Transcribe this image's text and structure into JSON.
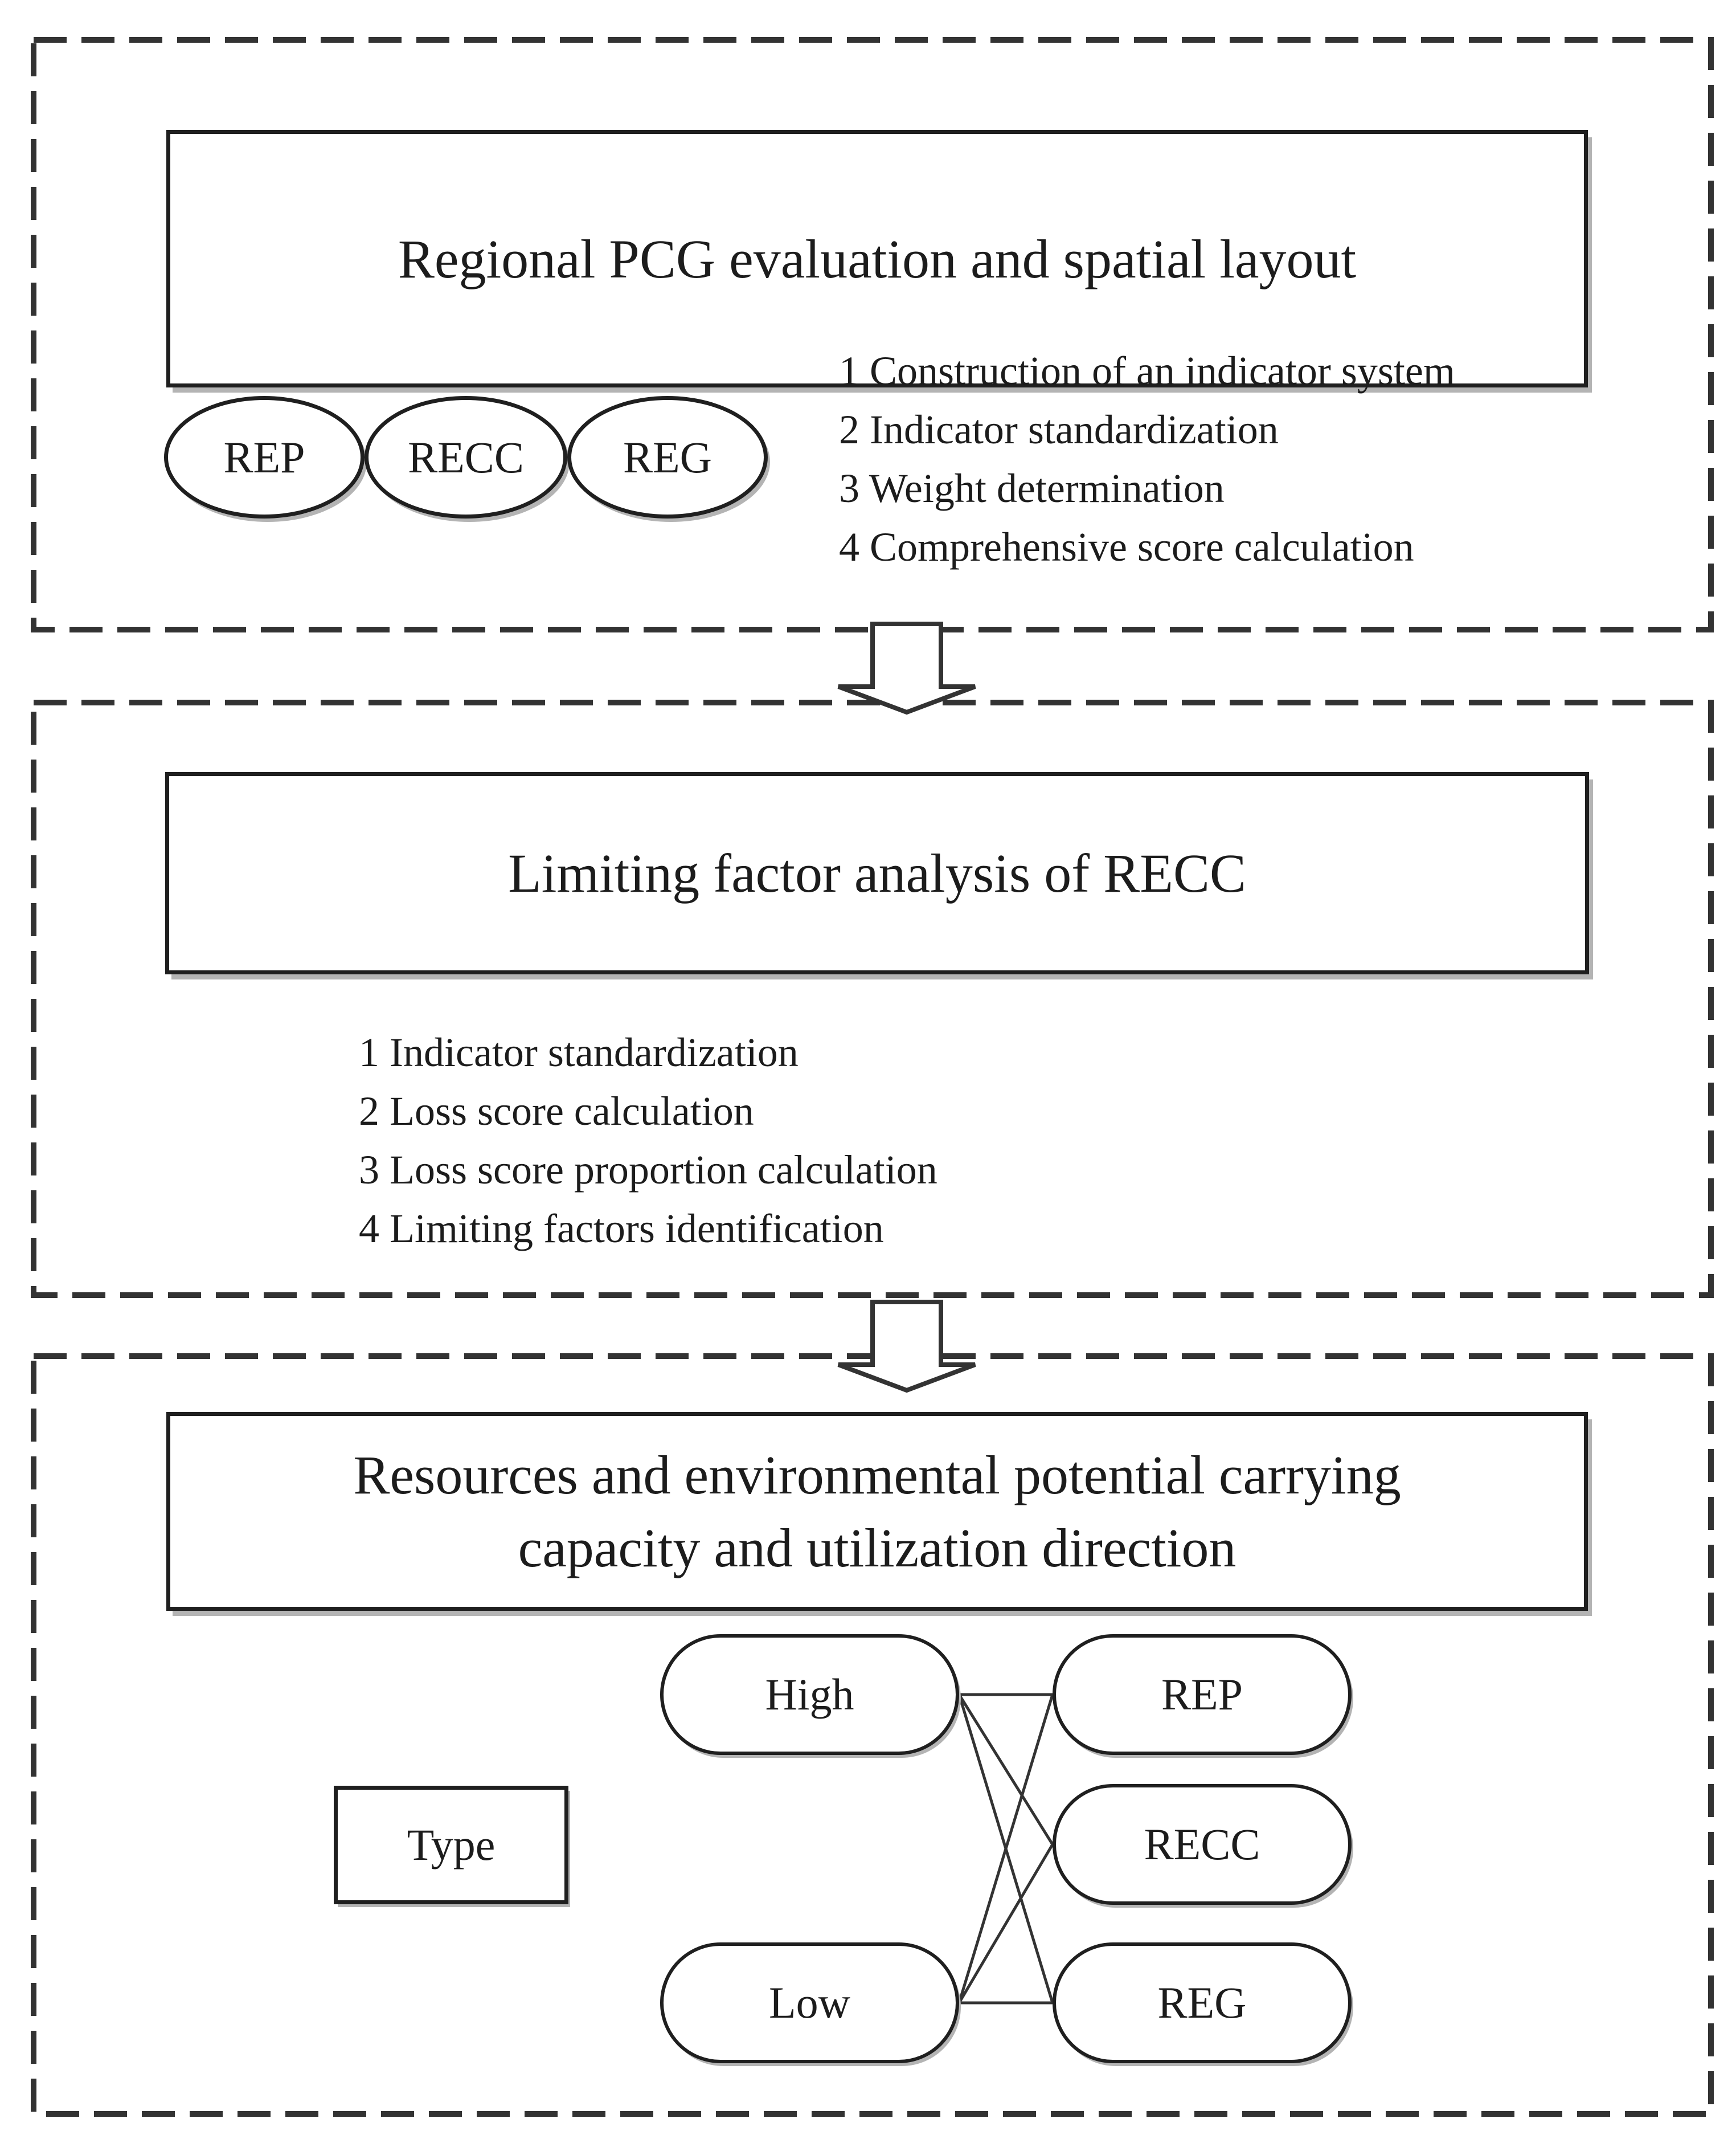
{
  "figure": {
    "sections": [
      {
        "title": "Regional PCG evaluation and spatial layout",
        "nodes": [
          "REP",
          "RECC",
          "REG"
        ],
        "steps": [
          "1 Construction of an indicator system",
          "2 Indicator standardization",
          "3 Weight determination",
          "4 Comprehensive score calculation"
        ]
      },
      {
        "title": "Limiting factor analysis of RECC",
        "steps": [
          "1 Indicator standardization",
          "2 Loss score calculation",
          "3 Loss score proportion calculation",
          "4 Limiting factors identification"
        ]
      },
      {
        "title_lines": [
          "Resources and environmental potential carrying",
          "capacity and utilization direction"
        ],
        "type_label": "Type",
        "levels": [
          "High",
          "Low"
        ],
        "targets": [
          "REP",
          "RECC",
          "REG"
        ]
      }
    ]
  },
  "colors": {
    "ink": "#1f1f1f",
    "dash_border": "#333333",
    "connector_line": "#333333",
    "shadow": "#b4b4b4",
    "background": "#ffffff"
  }
}
